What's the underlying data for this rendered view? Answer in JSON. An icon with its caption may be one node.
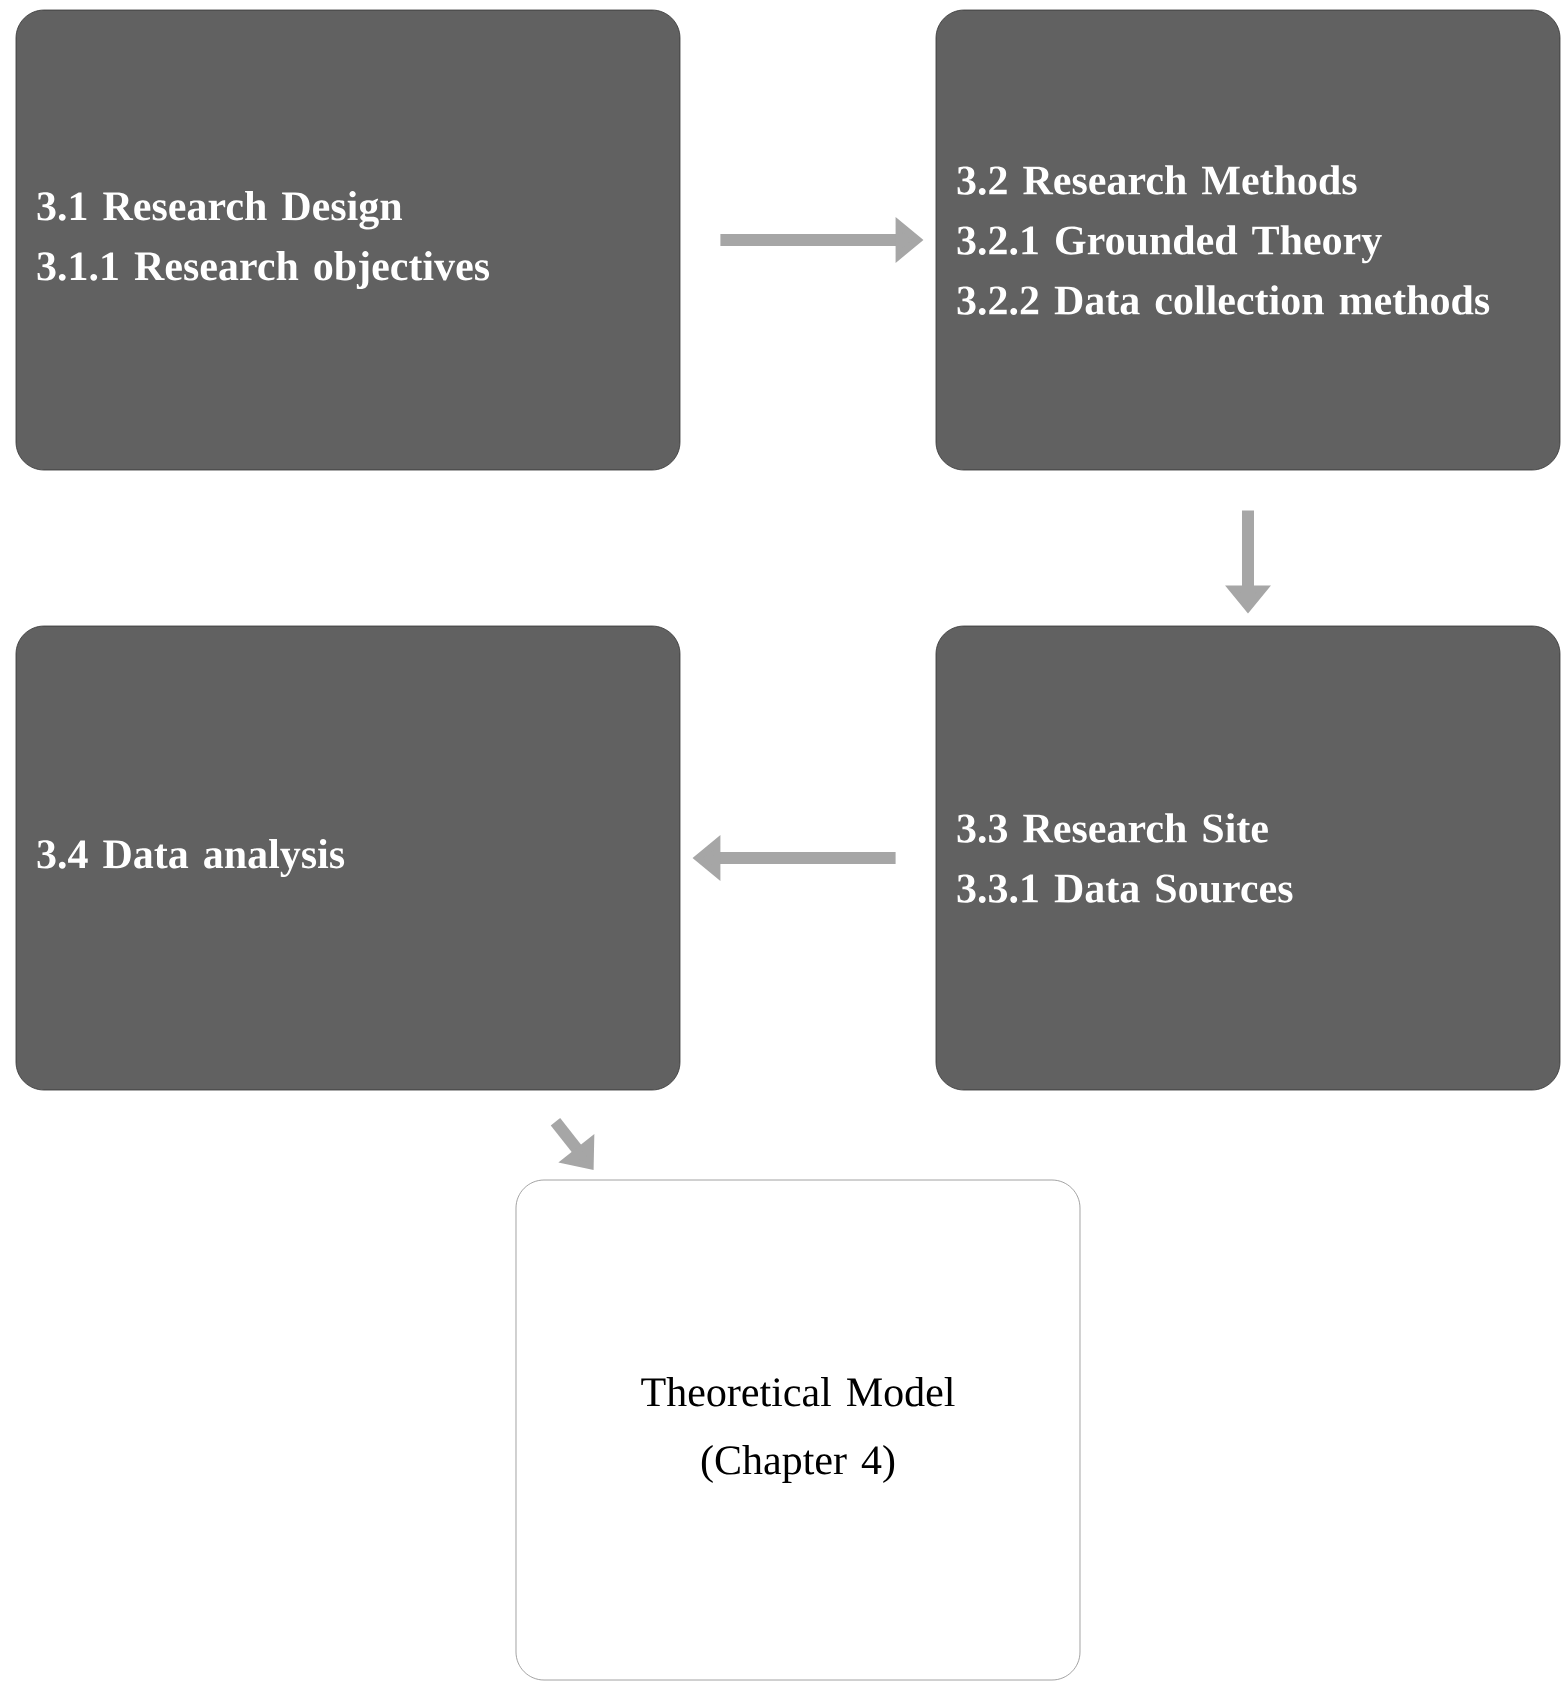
{
  "diagram": {
    "nodes": [
      {
        "text": [
          "3.1 Research Design",
          "3.1.1 Research objectives"
        ]
      },
      {
        "text": [
          "3.2 Research Methods",
          "3.2.1 Grounded Theory",
          "3.2.2 Data collection methods"
        ]
      },
      {
        "text": [
          "3.4 Data analysis"
        ]
      },
      {
        "text": [
          "3.3 Research Site",
          "3.3.1 Data Sources"
        ]
      },
      {
        "text": [
          "Theoretical Model (Chapter 4)"
        ]
      }
    ],
    "edges": [
      {
        "from": 0,
        "to": 1,
        "arrow": "to"
      },
      {
        "from": 1,
        "to": 3,
        "arrow": "to"
      },
      {
        "from": 3,
        "to": 2,
        "arrow": "to"
      },
      {
        "from": 2,
        "to": 4,
        "arrow": "to"
      }
    ]
  }
}
